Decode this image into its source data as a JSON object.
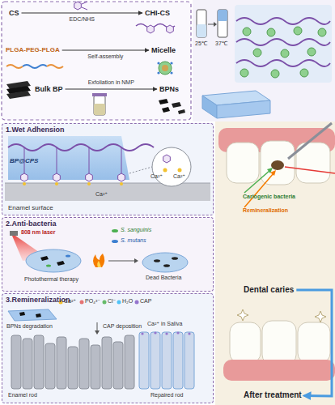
{
  "diagram": {
    "nodes": [
      {
        "text": [
          "CS"
        ]
      },
      {
        "text": [
          "CHI-CS"
        ]
      },
      {
        "text": [
          "PLGA-PEG-PLGA"
        ]
      },
      {
        "text": [
          "Micelle"
        ]
      },
      {
        "text": [
          "Bulk BP"
        ]
      },
      {
        "text": [
          "BPNs"
        ]
      },
      {
        "text": [
          "1.Wet Adhension"
        ]
      },
      {
        "text": [
          "2.Anti-bacteria"
        ]
      },
      {
        "text": [
          "3.Remineralization"
        ]
      },
      {
        "text": [
          "Dental caries"
        ]
      },
      {
        "text": [
          "After treatment"
        ]
      }
    ],
    "edges": [
      {
        "from": 0,
        "to": 1,
        "label": "EDC/NHS",
        "arrow": "to"
      },
      {
        "from": 2,
        "to": 3,
        "label": "Self-assembly",
        "arrow": "to"
      },
      {
        "from": 4,
        "to": 5,
        "label": "Exfoliation in NMP",
        "arrow": "to"
      },
      {
        "from": 9,
        "to": 10,
        "arrow": "to"
      }
    ],
    "labels": [
      "25℃",
      "37℃",
      "BP@CPS",
      "Ca²⁺",
      "Ca²⁺",
      "Ca²⁺",
      "Enamel surface",
      "808 nm laser",
      "S. sanguinis",
      "S. mutans",
      "Dead Bacteria",
      "Photothermal therapy",
      "Ca²⁺",
      "PO₄³⁻",
      "Cl⁻",
      "H₂O",
      "CAP",
      "BPNs degradation",
      "CAP deposition",
      "Ca²⁺ in Saliva",
      "Enamel rod",
      "Repaired rod",
      "Cariogenic bacteria",
      "Remineralization"
    ]
  }
}
